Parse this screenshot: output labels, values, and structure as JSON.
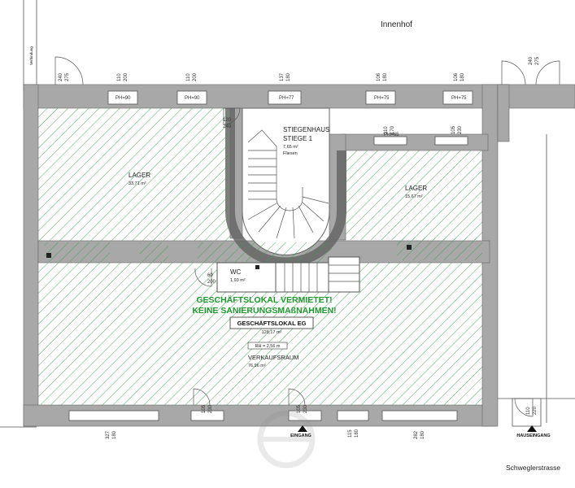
{
  "labels": {
    "innenhof": "Innenhof",
    "verbindung": "Verbindung",
    "stiegenhaus_1": "STIEGENHAUS",
    "stiegenhaus_2": "STIEGE 1",
    "stiegenhaus_area": "7,65 m²",
    "stiegenhaus_floor": "Fliesen",
    "lager_left": "LAGER",
    "lager_left_area": "33,71 m²",
    "lager_right": "LAGER",
    "lager_right_area": "15,67 m²",
    "wc": "WC",
    "wc_area": "1,93 m²",
    "notice_1": "GESCHÄFTSLOKAL VERMIETET!",
    "notice_2": "KEINE SANIERUNGSMAßNAHMEN!",
    "unit_title": "GESCHÄFTSLOKAL EG",
    "unit_area": "128,17 m²",
    "room_height": "RH = 2,56 m",
    "verkaufsraum": "VERKAUFSRAUM",
    "verkaufsraum_area": "76,96 m²",
    "eingang": "EINGANG",
    "hauseingang": "HAUSEINGANG",
    "street": "Schweglerstrasse"
  },
  "window_dims": {
    "top_left_door": [
      "240",
      "275"
    ],
    "top_w1": [
      "110",
      "200"
    ],
    "top_w2": [
      "110",
      "200"
    ],
    "top_w3": [
      "137",
      "180"
    ],
    "top_w4": [
      "106",
      "180"
    ],
    "top_w5": [
      "106",
      "180"
    ],
    "top_right_door": [
      "240",
      "275"
    ],
    "inner_w1": [
      "110",
      "170"
    ],
    "inner_w2": [
      "105",
      "230"
    ],
    "stair_door": [
      "120",
      "240"
    ],
    "wc_door": [
      "60",
      "200"
    ],
    "bottom_w1": [
      "327",
      "180"
    ],
    "bottom_door1": [
      "105",
      "230"
    ],
    "bottom_door2": [
      "105",
      "230"
    ],
    "bottom_w2": [
      "115",
      "180"
    ],
    "bottom_w3": [
      "282",
      "180"
    ],
    "bottom_hauseingang": [
      "110",
      "220"
    ]
  },
  "parapets": {
    "p1": "PH=90",
    "p2": "PH=90",
    "p3": "PH=77",
    "p4": "PH=75",
    "p5": "PH=75",
    "p6": "PH=65"
  },
  "colors": {
    "hatch": "#3aa04a",
    "wall": "#a8a8a8",
    "notice": "#1f9a2e"
  }
}
